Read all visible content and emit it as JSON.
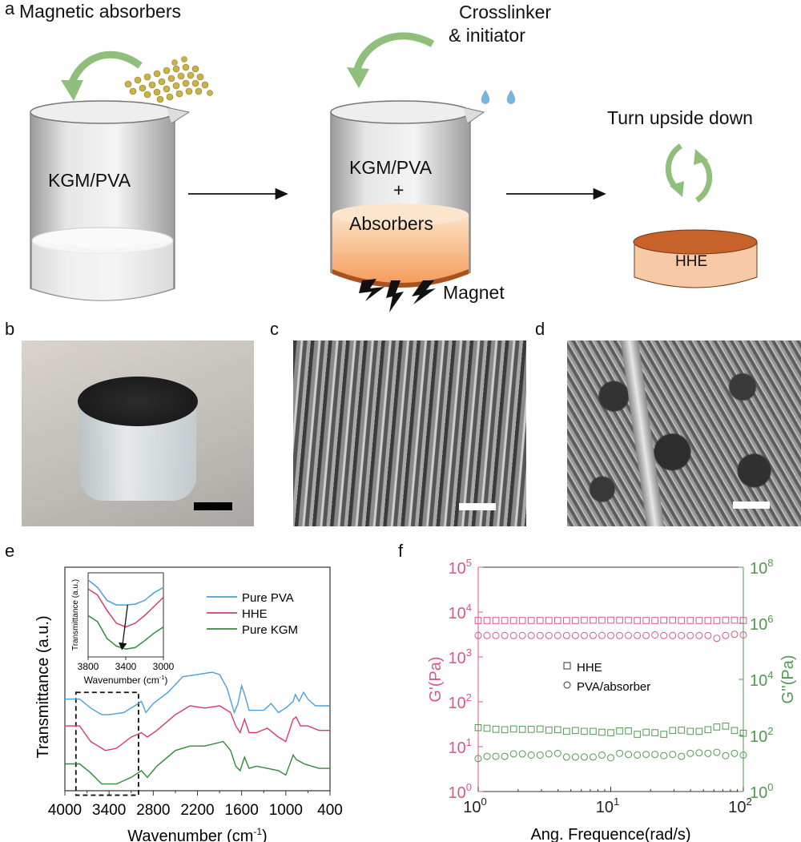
{
  "panel_labels": {
    "a": "a",
    "b": "b",
    "c": "c",
    "d": "d",
    "e": "e",
    "f": "f"
  },
  "panel_a": {
    "magnetic_absorbers": "Magnetic absorbers",
    "crosslinker_line1": "Crosslinker",
    "crosslinker_line2": "& initiator",
    "beaker1_label": "KGM/PVA",
    "beaker2_label_line1": "KGM/PVA",
    "beaker2_label_plus": "+",
    "beaker2_label_line2": "Absorbers",
    "turn_upside_down": "Turn upside down",
    "disk_label": "HHE",
    "magnet": "Magnet",
    "colors": {
      "arrow_green": "#8fbf7a",
      "gel_orange": "#f4a46a",
      "disk_top": "#c7622a",
      "disk_side": "#f8c9a6"
    }
  },
  "chart_data": [
    {
      "type": "line",
      "panel": "e",
      "xlabel": "Wavenumber (cm",
      "xlabel_sup": "-1",
      "xlabel_end": ")",
      "ylabel": "Transmittance (a.u.)",
      "xlim": [
        4000,
        400
      ],
      "ylim": [
        0,
        100
      ],
      "xticks": [
        4000,
        3400,
        2800,
        2200,
        1600,
        1000,
        400
      ],
      "legend_position": "top-right",
      "highlight_box_x": [
        3850,
        3000
      ],
      "series": [
        {
          "name": "Pure PVA",
          "color": "#4a9fd8",
          "x": [
            4000,
            3800,
            3650,
            3500,
            3400,
            3200,
            3050,
            2960,
            2900,
            2800,
            2600,
            2400,
            2200,
            2000,
            1900,
            1800,
            1700,
            1650,
            1600,
            1550,
            1500,
            1400,
            1300,
            1200,
            1100,
            1000,
            900,
            870,
            820,
            760,
            700,
            600,
            400
          ],
          "y": [
            41,
            41,
            37,
            34,
            34,
            35,
            38,
            40,
            35,
            39,
            44,
            51,
            52,
            53,
            52,
            46,
            35,
            39,
            47,
            42,
            36,
            36,
            36,
            39,
            35,
            37,
            40,
            43,
            40,
            44,
            41,
            38,
            38
          ]
        },
        {
          "name": "HHE",
          "color": "#d8396b",
          "x": [
            4000,
            3800,
            3650,
            3450,
            3300,
            3100,
            2960,
            2880,
            2750,
            2500,
            2300,
            2100,
            1900,
            1750,
            1680,
            1620,
            1560,
            1500,
            1400,
            1250,
            1100,
            1000,
            900,
            860,
            800,
            700,
            550,
            400
          ],
          "y": [
            29,
            29,
            22,
            18,
            19,
            24,
            26,
            24,
            27,
            34,
            38,
            37,
            38,
            35,
            29,
            26,
            32,
            26,
            26,
            28,
            24,
            22,
            32,
            33,
            29,
            29,
            27,
            27
          ]
        },
        {
          "name": "Pure KGM",
          "color": "#2e8b3a",
          "x": [
            4000,
            3800,
            3650,
            3500,
            3300,
            3100,
            2960,
            2880,
            2750,
            2500,
            2300,
            2100,
            1850,
            1750,
            1680,
            1620,
            1560,
            1500,
            1400,
            1250,
            1100,
            1000,
            900,
            860,
            750,
            550,
            400
          ],
          "y": [
            12,
            12,
            8,
            3,
            3,
            6,
            9,
            6,
            11,
            18,
            20,
            20,
            22,
            18,
            11,
            9,
            15,
            10,
            11,
            10,
            9,
            7,
            16,
            14,
            12,
            10,
            10
          ]
        }
      ],
      "inset": {
        "xlabel": "Wavenumber (cm",
        "xlabel_sup": "-1",
        "xlabel_end": ")",
        "ylabel": "Transmittance (a.u.)",
        "xlim": [
          3800,
          3000
        ],
        "ylim": [
          0,
          100
        ],
        "xticks": [
          3800,
          3400,
          3000
        ],
        "x": [
          3800,
          3700,
          3600,
          3500,
          3400,
          3300,
          3200,
          3100,
          3000
        ],
        "series": [
          {
            "name": "Pure PVA",
            "y": [
              95,
              85,
              68,
              62,
              62,
              63,
              68,
              78,
              85
            ]
          },
          {
            "name": "HHE",
            "y": [
              83,
              75,
              55,
              38,
              33,
              38,
              48,
              60,
              72
            ]
          },
          {
            "name": "Pure KGM",
            "y": [
              48,
              40,
              18,
              8,
              4,
              6,
              15,
              25,
              33
            ]
          }
        ],
        "arrow": {
          "from": [
            3380,
            62
          ],
          "to": [
            3440,
            4
          ]
        }
      }
    },
    {
      "type": "scatter",
      "panel": "f",
      "xlabel": "Ang. Frequence(rad/s)",
      "ylabel_left": "G'(Pa)",
      "ylabel_right": "G''(Pa)",
      "xscale": "log",
      "xlim": [
        1,
        100
      ],
      "ylim_left": [
        1,
        100000
      ],
      "ylim_right": [
        1,
        100000000
      ],
      "xtick_exps": [
        0,
        1,
        2
      ],
      "ytick_left_exps": [
        0,
        1,
        2,
        3,
        4,
        5
      ],
      "ytick_right_exps": [
        0,
        2,
        4,
        6,
        8
      ],
      "left_color": "#d9578a",
      "right_color": "#4f9a4f",
      "legend": [
        {
          "label": "HHE",
          "marker": "square"
        },
        {
          "label": "PVA/absorber",
          "marker": "circle"
        }
      ],
      "legend_position": "center",
      "x": [
        1,
        1.166,
        1.359,
        1.585,
        1.848,
        2.154,
        2.512,
        2.929,
        3.415,
        3.981,
        4.642,
        5.412,
        6.31,
        7.356,
        8.577,
        10,
        11.66,
        13.59,
        15.85,
        18.48,
        21.54,
        25.12,
        29.29,
        34.15,
        39.81,
        46.42,
        54.12,
        63.1,
        73.56,
        85.77,
        100
      ],
      "series": [
        {
          "name": "HHE G'",
          "axis": "left",
          "marker": "square",
          "y": [
            6500,
            6500,
            6500,
            6500,
            6500,
            6500,
            6500,
            6500,
            6500,
            6500,
            6500,
            6500,
            6600,
            6600,
            6600,
            6600,
            6600,
            6600,
            6500,
            6500,
            6500,
            6600,
            6600,
            6500,
            6500,
            6500,
            6500,
            6500,
            6600,
            6600,
            6500
          ]
        },
        {
          "name": "PVA/absorber G'",
          "axis": "left",
          "marker": "circle",
          "y": [
            3000,
            3000,
            3000,
            3000,
            3000,
            3000,
            3000,
            3000,
            3000,
            3000,
            3000,
            3000,
            3000,
            3000,
            3000,
            3000,
            3000,
            3000,
            3000,
            3000,
            3100,
            3000,
            3000,
            3000,
            3000,
            3000,
            3000,
            2600,
            3000,
            3200,
            3100
          ]
        },
        {
          "name": "HHE G''",
          "axis": "right",
          "marker": "square",
          "y": [
            190,
            180,
            165,
            160,
            170,
            165,
            165,
            170,
            155,
            160,
            140,
            150,
            140,
            140,
            130,
            125,
            145,
            145,
            110,
            130,
            125,
            110,
            150,
            155,
            140,
            140,
            160,
            200,
            215,
            150,
            120
          ]
        },
        {
          "name": "PVA/absorber G''",
          "axis": "right",
          "marker": "circle",
          "y": [
            15,
            18,
            18,
            18,
            22,
            22,
            20,
            20,
            22,
            23,
            17,
            17,
            17,
            17,
            20,
            16,
            23,
            21,
            20,
            21,
            21,
            19,
            21,
            18,
            23,
            24,
            23,
            25,
            19,
            23,
            20
          ]
        }
      ]
    }
  ]
}
